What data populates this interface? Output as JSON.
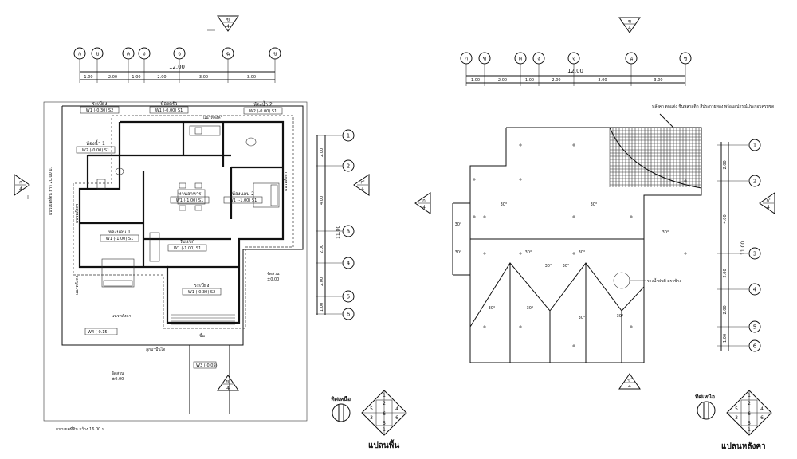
{
  "grid_columns": [
    "ก",
    "ข",
    "ค",
    "ง",
    "จ",
    "ฉ",
    "ช"
  ],
  "grid_rows": [
    "1",
    "2",
    "3",
    "4",
    "5",
    "6"
  ],
  "column_dims": [
    "1.00",
    "2.00",
    "1.00",
    "2.00",
    "3.00",
    "3.00"
  ],
  "row_dims": [
    "2.00",
    "4.00",
    "2.00",
    "2.00",
    "1.00"
  ],
  "overall_width": "12.00",
  "overall_depth": "11.00",
  "section_markers": {
    "top": {
      "letter": "ข",
      "sheet": "4"
    },
    "bottom": {
      "letter": "ข'",
      "sheet": "4"
    },
    "left": {
      "letter": "ก",
      "sheet": "4"
    },
    "right": {
      "letter": "ก'",
      "sheet": "4"
    }
  },
  "floor_plan": {
    "title": "แปลนพื้น",
    "north_label": "ทิศเหนือ",
    "site_left_label": "แนวเขตที่ดิน ยาว 20.00 ม.",
    "site_bottom_label": "แนวเขตที่ดิน กว้าง 16.00 ม.",
    "rooms": [
      {
        "id": "porch-back",
        "name": "ระเบียง",
        "tag": "W1 (-0.30) S2"
      },
      {
        "id": "kitchen",
        "name": "ห้องครัว",
        "tag": "W1 (-0.00) S1"
      },
      {
        "id": "bath2",
        "name": "ห้องน้ำ 2",
        "tag": "W2 (-0.00) S1"
      },
      {
        "id": "bath1",
        "name": "ห้องน้ำ 1",
        "tag": "W2 (-0.00) S1"
      },
      {
        "id": "dining",
        "name": "ทานอาหาร",
        "tag": "W1 (-1.00) S1"
      },
      {
        "id": "bed2",
        "name": "ห้องนอน 2",
        "tag": "W1 (-1.00) S1"
      },
      {
        "id": "bed1",
        "name": "ห้องนอน 1",
        "tag": "W1 (-1.00) S1"
      },
      {
        "id": "living",
        "name": "รับแขก",
        "tag": "W1 (-1.00) S1"
      },
      {
        "id": "porch-front",
        "name": "ระเบียง",
        "tag": "W1 (-0.30) S2"
      }
    ],
    "tag_wash": "W4 (-0.15)",
    "window_tag": "W4 (-0.15)",
    "closet_labels": [
      "แนวหลังคา",
      "แนวหลังคา",
      "แนวหลังคา",
      "แนวหลังคา"
    ],
    "garden_label_1": "จัดสวน",
    "garden_level_1": "±0.00",
    "garden_label_2": "จัดสวน",
    "garden_level_2": "±0.00",
    "walkway_label": "ลูกบาปันได",
    "stair_label": "ขึ้น",
    "driveway_tag": "W3 (-0.05)",
    "roof_line_labels": [
      "แนวหลังคา"
    ]
  },
  "roof_plan": {
    "title": "แปลนหลังคา",
    "north_label": "ทิศเหนือ",
    "roof_note": "หลังคา ตกแต่ง ชิ้นพลาสติก สีประกายทอง พร้อมอุปกรณ์ประกอบครบชุด",
    "gutter_note": "รางน้ำฝนบี ตราช้าง",
    "slopes": [
      "30°",
      "30°",
      "30°",
      "30°",
      "30°",
      "30°",
      "30°",
      "30°",
      "30°",
      "30°",
      "30°",
      "30°",
      "30°"
    ]
  },
  "key_plan": {
    "cells": [
      "1",
      "2",
      "5",
      "4",
      "6",
      "3",
      "6",
      "5",
      "1"
    ]
  }
}
